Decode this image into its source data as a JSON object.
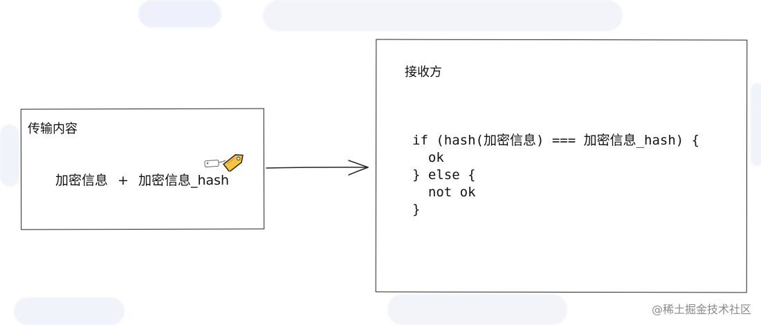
{
  "left_box": {
    "title": "传输内容",
    "content": {
      "part1": "加密信息",
      "op": "+",
      "part2": "加密信息_hash"
    }
  },
  "right_box": {
    "title": "接收方",
    "code_lines": [
      "if (hash(加密信息) === 加密信息_hash) {",
      "  ok",
      "} else {",
      "  not ok",
      "}"
    ]
  },
  "credit": "@稀土掘金技术社区",
  "colors": {
    "stroke": "#222222",
    "tag_fill": "#f6c343",
    "tag_stroke": "#3a2a10"
  },
  "icons": {
    "tag": "price-tag-icon",
    "arrow": "right-arrow"
  }
}
